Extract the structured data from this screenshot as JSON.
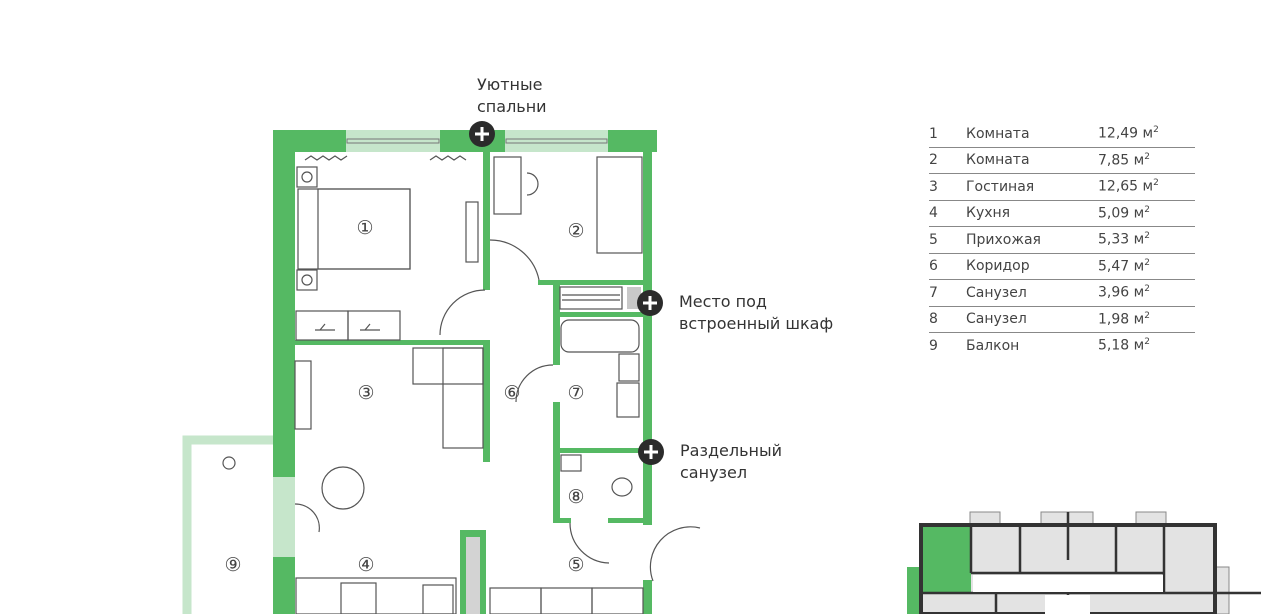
{
  "callouts": {
    "bedrooms": [
      "Уютные",
      "спальни"
    ],
    "wardrobe": [
      "Место под",
      "встроенный шкаф"
    ],
    "bathroom": [
      "Раздельный",
      "санузел"
    ]
  },
  "rooms": [
    {
      "num": "1",
      "name": "Комната",
      "area": "12,49 м",
      "sup": "2",
      "marker": "①"
    },
    {
      "num": "2",
      "name": "Комната",
      "area": "7,85 м",
      "sup": "2",
      "marker": "②"
    },
    {
      "num": "3",
      "name": "Гостиная",
      "area": "12,65 м",
      "sup": "2",
      "marker": "③"
    },
    {
      "num": "4",
      "name": "Кухня",
      "area": "5,09 м",
      "sup": "2",
      "marker": "④"
    },
    {
      "num": "5",
      "name": "Прихожая",
      "area": "5,33 м",
      "sup": "2",
      "marker": "⑤"
    },
    {
      "num": "6",
      "name": "Коридор",
      "area": "5,47 м",
      "sup": "2",
      "marker": "⑥"
    },
    {
      "num": "7",
      "name": "Санузел",
      "area": "3,96 м",
      "sup": "2",
      "marker": "⑦"
    },
    {
      "num": "8",
      "name": "Санузел",
      "area": "1,98 м",
      "sup": "2",
      "marker": "⑧"
    },
    {
      "num": "9",
      "name": "Балкон",
      "area": "5,18 м",
      "sup": "2",
      "marker": "⑨"
    }
  ],
  "colors": {
    "wall": "#55b963",
    "window": "#c6e6cb",
    "marker": "#2b2b2b"
  }
}
